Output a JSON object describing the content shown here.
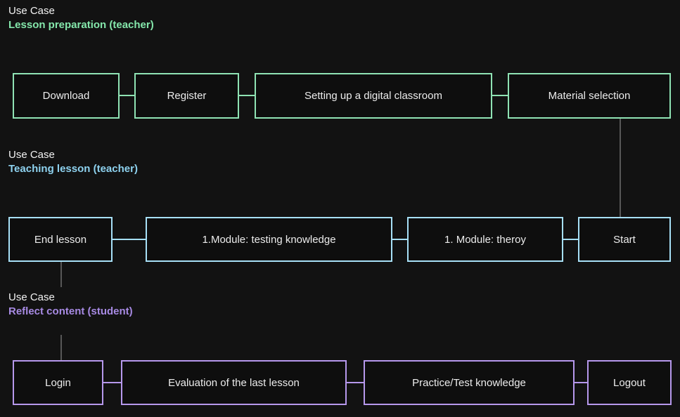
{
  "page": {
    "background": "#121212",
    "line_color": "#575757"
  },
  "sections": [
    {
      "kicker": "Use Case",
      "title": "Lesson preparation (teacher)",
      "title_color": "#84e7ab",
      "accent_color": "#8fe3b4",
      "nodes": [
        {
          "label": "Download"
        },
        {
          "label": "Register"
        },
        {
          "label": "Setting up a digital classroom"
        },
        {
          "label": "Material selection"
        }
      ]
    },
    {
      "kicker": "Use Case",
      "title": "Teaching lesson (teacher)",
      "title_color": "#8ed2ef",
      "accent_color": "#a7e0f7",
      "nodes": [
        {
          "label": "End lesson"
        },
        {
          "label": "1.Module: testing knowledge"
        },
        {
          "label": "1. Module: theroy"
        },
        {
          "label": "Start"
        }
      ]
    },
    {
      "kicker": "Use Case",
      "title": "Reflect content (student)",
      "title_color": "#a78ae3",
      "accent_color": "#b698ec",
      "nodes": [
        {
          "label": "Login"
        },
        {
          "label": "Evaluation of the last lesson"
        },
        {
          "label": "Practice/Test knowledge"
        },
        {
          "label": "Logout"
        }
      ]
    }
  ],
  "edges": [
    {
      "from": "Material selection",
      "to": "Start"
    },
    {
      "from": "End lesson",
      "to": "Login"
    }
  ]
}
